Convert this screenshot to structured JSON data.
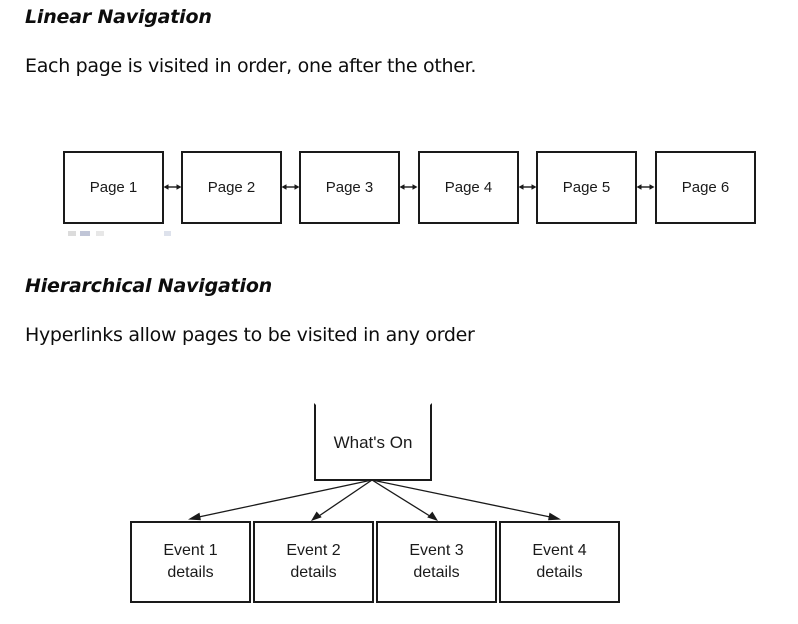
{
  "sections": [
    {
      "heading": "Linear Navigation",
      "description": "Each page is visited in order, one after the other."
    },
    {
      "heading": "Hierarchical Navigation",
      "description": "Hyperlinks allow pages to be visited in any order"
    }
  ],
  "linear_diagram": {
    "name": "linear-navigation-diagram",
    "nodes": [
      {
        "label": "Page 1"
      },
      {
        "label": "Page 2"
      },
      {
        "label": "Page 3"
      },
      {
        "label": "Page 4"
      },
      {
        "label": "Page 5"
      },
      {
        "label": "Page 6"
      }
    ],
    "connector_type": "double-headed-arrow",
    "connector_count": 5
  },
  "hierarchical_diagram": {
    "name": "hierarchical-navigation-diagram",
    "root": {
      "label": "What's On"
    },
    "children": [
      {
        "line1": "Event 1",
        "line2": "details"
      },
      {
        "line1": "Event 2",
        "line2": "details"
      },
      {
        "line1": "Event 3",
        "line2": "details"
      },
      {
        "line1": "Event 4",
        "line2": "details"
      }
    ],
    "connector_type": "single-headed-arrow",
    "connector_count": 4
  },
  "colors": {
    "background": "#ffffff",
    "text": "#0d0d0d",
    "box_border": "#1a1a1a",
    "box_fill": "#ffffff",
    "arrow": "#1a1a1a"
  }
}
